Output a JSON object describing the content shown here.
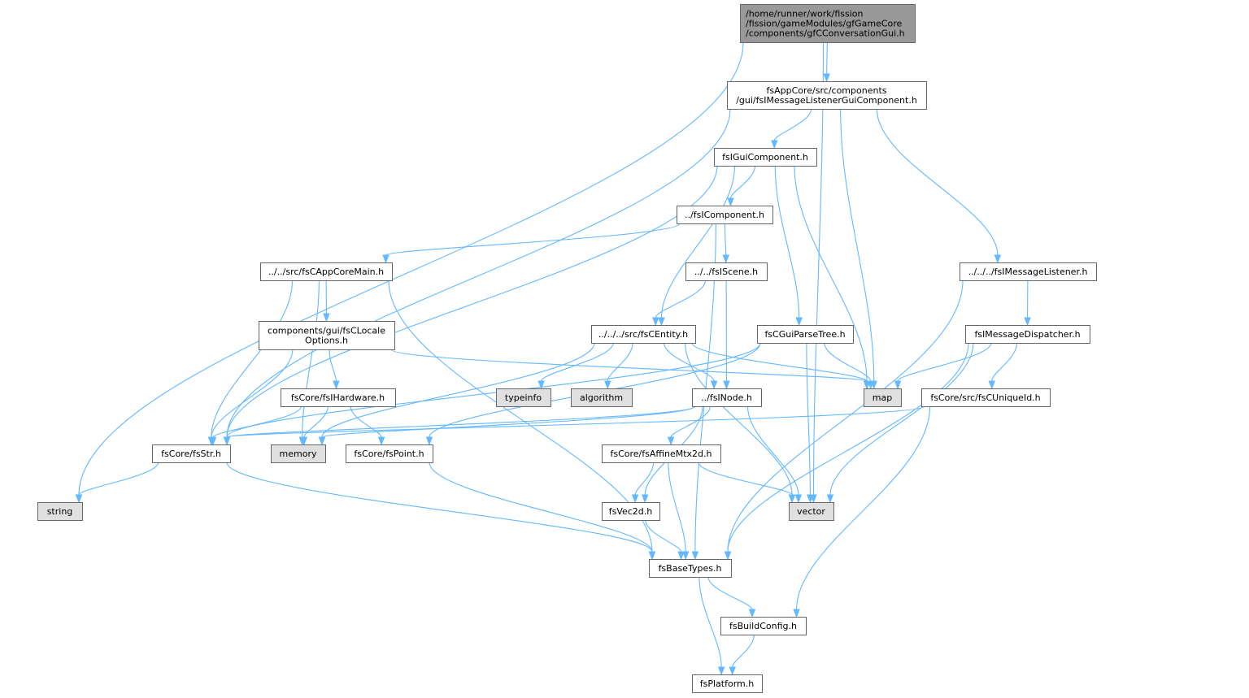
{
  "graph": {
    "colors": {
      "edge": "#63b8ff",
      "root_fill": "#999999",
      "header_fill": "#ffffff",
      "system_fill": "#e0e0e0",
      "border": "#666666"
    },
    "nodes": [
      {
        "id": "root",
        "kind": "root",
        "lines": [
          "/home/runner/work/fission",
          "/fission/gameModules/gfGameCore",
          "/components/gfCConversationGui.h"
        ]
      },
      {
        "id": "msglistenergui",
        "kind": "header",
        "lines": [
          "fsAppCore/src/components",
          "/gui/fsIMessageListenerGuiComponent.h"
        ]
      },
      {
        "id": "guicomp",
        "kind": "header",
        "lines": [
          "fsIGuiComponent.h"
        ]
      },
      {
        "id": "icomp",
        "kind": "header",
        "lines": [
          "../fsIComponent.h"
        ]
      },
      {
        "id": "appcoremain",
        "kind": "header",
        "lines": [
          "../../src/fsCAppCoreMain.h"
        ]
      },
      {
        "id": "iscene",
        "kind": "header",
        "lines": [
          "../../fsIScene.h"
        ]
      },
      {
        "id": "imsglistener",
        "kind": "header",
        "lines": [
          "../../../fsIMessageListener.h"
        ]
      },
      {
        "id": "localeopts",
        "kind": "header",
        "lines": [
          "components/gui/fsCLocale",
          "Options.h"
        ]
      },
      {
        "id": "centity",
        "kind": "header",
        "lines": [
          "../../../src/fsCEntity.h"
        ]
      },
      {
        "id": "parsetree",
        "kind": "header",
        "lines": [
          "fsCGuiParseTree.h"
        ]
      },
      {
        "id": "msgdispatcher",
        "kind": "header",
        "lines": [
          "fsIMessageDispatcher.h"
        ]
      },
      {
        "id": "ihardware",
        "kind": "header",
        "lines": [
          "fsCore/fsIHardware.h"
        ]
      },
      {
        "id": "typeinfo",
        "kind": "system",
        "lines": [
          "typeinfo"
        ]
      },
      {
        "id": "algorithm",
        "kind": "system",
        "lines": [
          "algorithm"
        ]
      },
      {
        "id": "map",
        "kind": "system",
        "lines": [
          "map"
        ]
      },
      {
        "id": "inode",
        "kind": "header",
        "lines": [
          "../fsINode.h"
        ]
      },
      {
        "id": "uniqueid",
        "kind": "header",
        "lines": [
          "fsCore/src/fsCUniqueId.h"
        ]
      },
      {
        "id": "fsstr",
        "kind": "header",
        "lines": [
          "fsCore/fsStr.h"
        ]
      },
      {
        "id": "memory",
        "kind": "system",
        "lines": [
          "memory"
        ]
      },
      {
        "id": "fspoint",
        "kind": "header",
        "lines": [
          "fsCore/fsPoint.h"
        ]
      },
      {
        "id": "affine",
        "kind": "header",
        "lines": [
          "fsCore/fsAffineMtx2d.h"
        ]
      },
      {
        "id": "string",
        "kind": "system",
        "lines": [
          "string"
        ]
      },
      {
        "id": "vec2d",
        "kind": "header",
        "lines": [
          "fsVec2d.h"
        ]
      },
      {
        "id": "vector",
        "kind": "system",
        "lines": [
          "vector"
        ]
      },
      {
        "id": "basetypes",
        "kind": "header",
        "lines": [
          "fsBaseTypes.h"
        ]
      },
      {
        "id": "buildconfig",
        "kind": "header",
        "lines": [
          "fsBuildConfig.h"
        ]
      },
      {
        "id": "platform",
        "kind": "header",
        "lines": [
          "fsPlatform.h"
        ]
      }
    ],
    "edges": [
      [
        "root",
        "msglistenergui"
      ],
      [
        "root",
        "string"
      ],
      [
        "root",
        "vector"
      ],
      [
        "msglistenergui",
        "guicomp"
      ],
      [
        "msglistenergui",
        "imsglistener"
      ],
      [
        "msglistenergui",
        "fsstr"
      ],
      [
        "msglistenergui",
        "map"
      ],
      [
        "guicomp",
        "icomp"
      ],
      [
        "guicomp",
        "centity"
      ],
      [
        "guicomp",
        "parsetree"
      ],
      [
        "guicomp",
        "fsstr"
      ],
      [
        "guicomp",
        "map"
      ],
      [
        "icomp",
        "appcoremain"
      ],
      [
        "icomp",
        "iscene"
      ],
      [
        "icomp",
        "basetypes"
      ],
      [
        "appcoremain",
        "localeopts"
      ],
      [
        "appcoremain",
        "fsstr"
      ],
      [
        "appcoremain",
        "memory"
      ],
      [
        "appcoremain",
        "basetypes"
      ],
      [
        "iscene",
        "centity"
      ],
      [
        "iscene",
        "inode"
      ],
      [
        "imsglistener",
        "msgdispatcher"
      ],
      [
        "imsglistener",
        "basetypes"
      ],
      [
        "localeopts",
        "ihardware"
      ],
      [
        "localeopts",
        "fsstr"
      ],
      [
        "localeopts",
        "map"
      ],
      [
        "centity",
        "typeinfo"
      ],
      [
        "centity",
        "algorithm"
      ],
      [
        "centity",
        "map"
      ],
      [
        "centity",
        "inode"
      ],
      [
        "centity",
        "memory"
      ],
      [
        "centity",
        "vector"
      ],
      [
        "parsetree",
        "fsstr"
      ],
      [
        "parsetree",
        "fspoint"
      ],
      [
        "parsetree",
        "map"
      ],
      [
        "parsetree",
        "vector"
      ],
      [
        "msgdispatcher",
        "map"
      ],
      [
        "msgdispatcher",
        "uniqueid"
      ],
      [
        "msgdispatcher",
        "vector"
      ],
      [
        "msgdispatcher",
        "basetypes"
      ],
      [
        "ihardware",
        "fsstr"
      ],
      [
        "ihardware",
        "memory"
      ],
      [
        "ihardware",
        "fspoint"
      ],
      [
        "inode",
        "fsstr"
      ],
      [
        "inode",
        "affine"
      ],
      [
        "inode",
        "vec2d"
      ],
      [
        "inode",
        "vector"
      ],
      [
        "inode",
        "memory"
      ],
      [
        "uniqueid",
        "fsstr"
      ],
      [
        "uniqueid",
        "buildconfig"
      ],
      [
        "fsstr",
        "string"
      ],
      [
        "fsstr",
        "basetypes"
      ],
      [
        "fspoint",
        "basetypes"
      ],
      [
        "affine",
        "vec2d"
      ],
      [
        "affine",
        "vector"
      ],
      [
        "affine",
        "basetypes"
      ],
      [
        "vec2d",
        "basetypes"
      ],
      [
        "basetypes",
        "buildconfig"
      ],
      [
        "basetypes",
        "platform"
      ],
      [
        "buildconfig",
        "platform"
      ]
    ]
  }
}
